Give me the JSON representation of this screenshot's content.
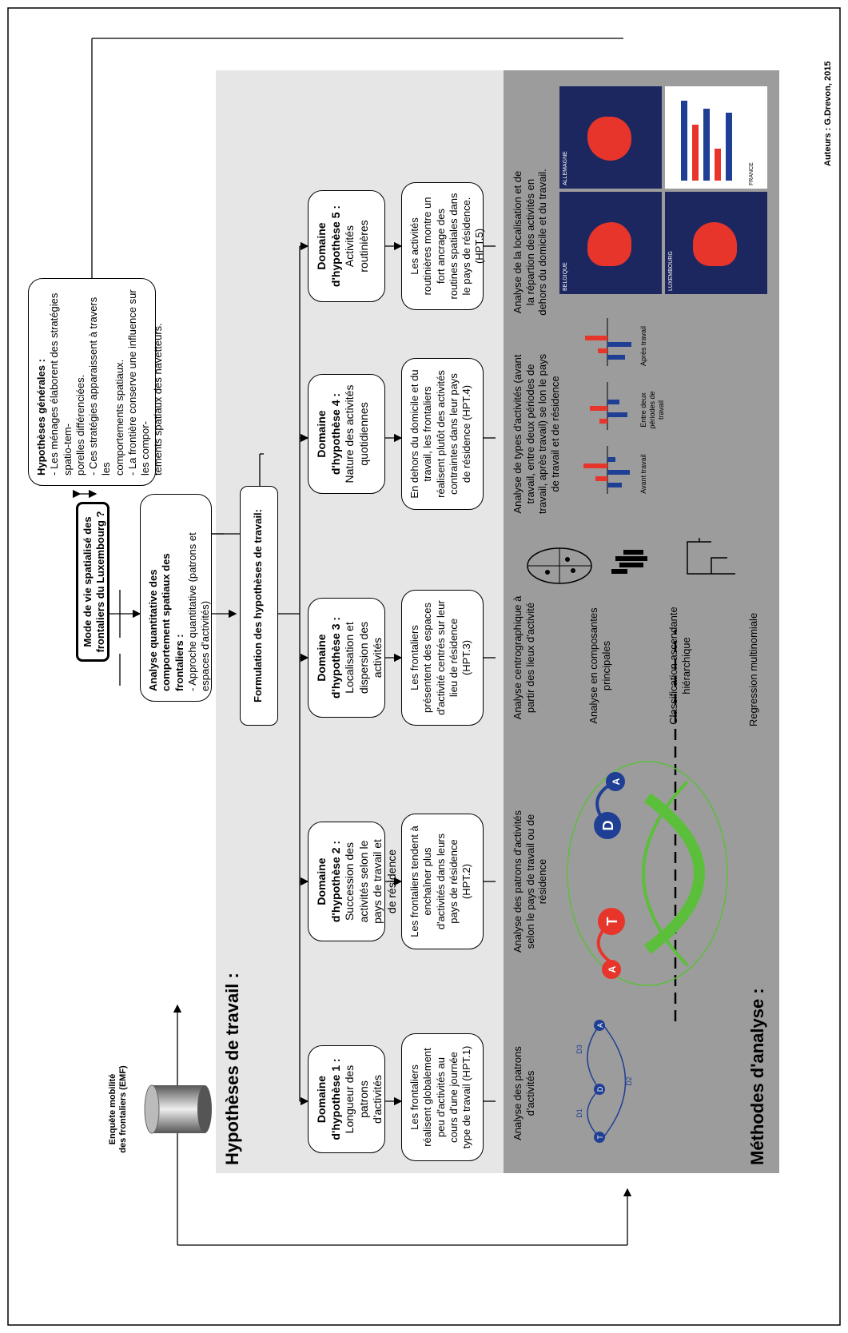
{
  "credit": "Auteurs : G.Drevon, 2015",
  "survey": {
    "line1": "Enquête mobilité",
    "line2": "des frontaliers (EMF)"
  },
  "main_question": "Mode de vie spatialisé des frontaliers du Luxembourg ?",
  "general_hypotheses": {
    "title": "Hypothèses générales :",
    "body": "- Les ménages élaborent des stratégies spatio-tem-\nporelles différenciées.\n- Ces stratégies apparaissent à travers les\ncomportements spatiaux.\n- La frontière conserve une influence sur les compor-\ntements spatiaux des navetteurs."
  },
  "quantitative": {
    "title": "Analyse quantitative des comportement spatiaux des frontaliers :",
    "body": "- Approche quantitative (patrons et espaces d'activités)"
  },
  "formulation": "Formulation des hypothèses de travail:",
  "section_hypotheses": "Hypothèses de travail :",
  "section_methods": "Méthodes d'analyse :",
  "domains": [
    {
      "title": "Domaine d'hypothèse 1 :",
      "subtitle": "Longueur des patrons d'activités",
      "hypothesis": "Les frontaliers réalisent globalement peu d'activités au cours d'une journée type de travail (HPT.1)"
    },
    {
      "title": "Domaine d'hypothèse 2 :",
      "subtitle": "Succession des activités selon le pays de travail et de résidence",
      "hypothesis": "Les frontaliers tendent à enchaîner plus d'activités dans leurs pays de résidence (HPT.2)"
    },
    {
      "title": "Domaine d'hypothèse 3 :",
      "subtitle": "Localisation et dispersion des activités",
      "hypothesis": "Les frontaliers présentent des espaces d'activité centrés sur leur lieu de résidence (HPT.3)"
    },
    {
      "title": "Domaine d'hypothèse 4 :",
      "subtitle": "Nature des activités quotidiennes",
      "hypothesis": "En dehors du domicile et du travail, les frontaliers réalisent plutôt des activités contraintes dans leur pays de résidence (HPT.4)"
    },
    {
      "title": "Domaine d'hypothèse 5 :",
      "subtitle": "Activités routinières",
      "hypothesis": "Les activités routinières montre un fort ancrage des routines spatiales dans le pays de résidence. (HPT.5)"
    }
  ],
  "methods": {
    "m1": "Analyse des patrons d'activités",
    "m2": "Analyse des patrons d'activités selon le pays de travail ou de résidence",
    "m3a": "Analyse centrographique à partir des lieux d'activité",
    "m3b": "Analyse en composantes principales",
    "m3c": "Classification ascendante hiérarchique",
    "m3d": "Regression multinomiale",
    "m4": "Analyse de types d'activités (avant travail, entre deux périodes de travail, après travail) se lon le pays de travail et de résidence",
    "m4_labels": [
      "Avant travail",
      "Entre deux périodes de travail",
      "Après travail"
    ],
    "m5": "Analyse de la localisation et de la répartion des activités en dehors du domicile et du travail."
  },
  "pattern1": {
    "nodes": [
      "T",
      "D",
      "A"
    ],
    "edges": [
      "D1",
      "D2",
      "D3"
    ]
  },
  "pattern2": {
    "nodes": [
      "A",
      "T",
      "D",
      "A"
    ]
  },
  "map_labels": [
    "BELGIQUE",
    "ALLEMAGNE",
    "FRANCE",
    "LUXEMBOURG"
  ],
  "colors": {
    "grey_light": "#e6e6e6",
    "grey_dark": "#9c9c9c",
    "blue": "#1f3f94",
    "red": "#e8352b",
    "green": "#5cbf3b",
    "navy": "#1c2760"
  }
}
